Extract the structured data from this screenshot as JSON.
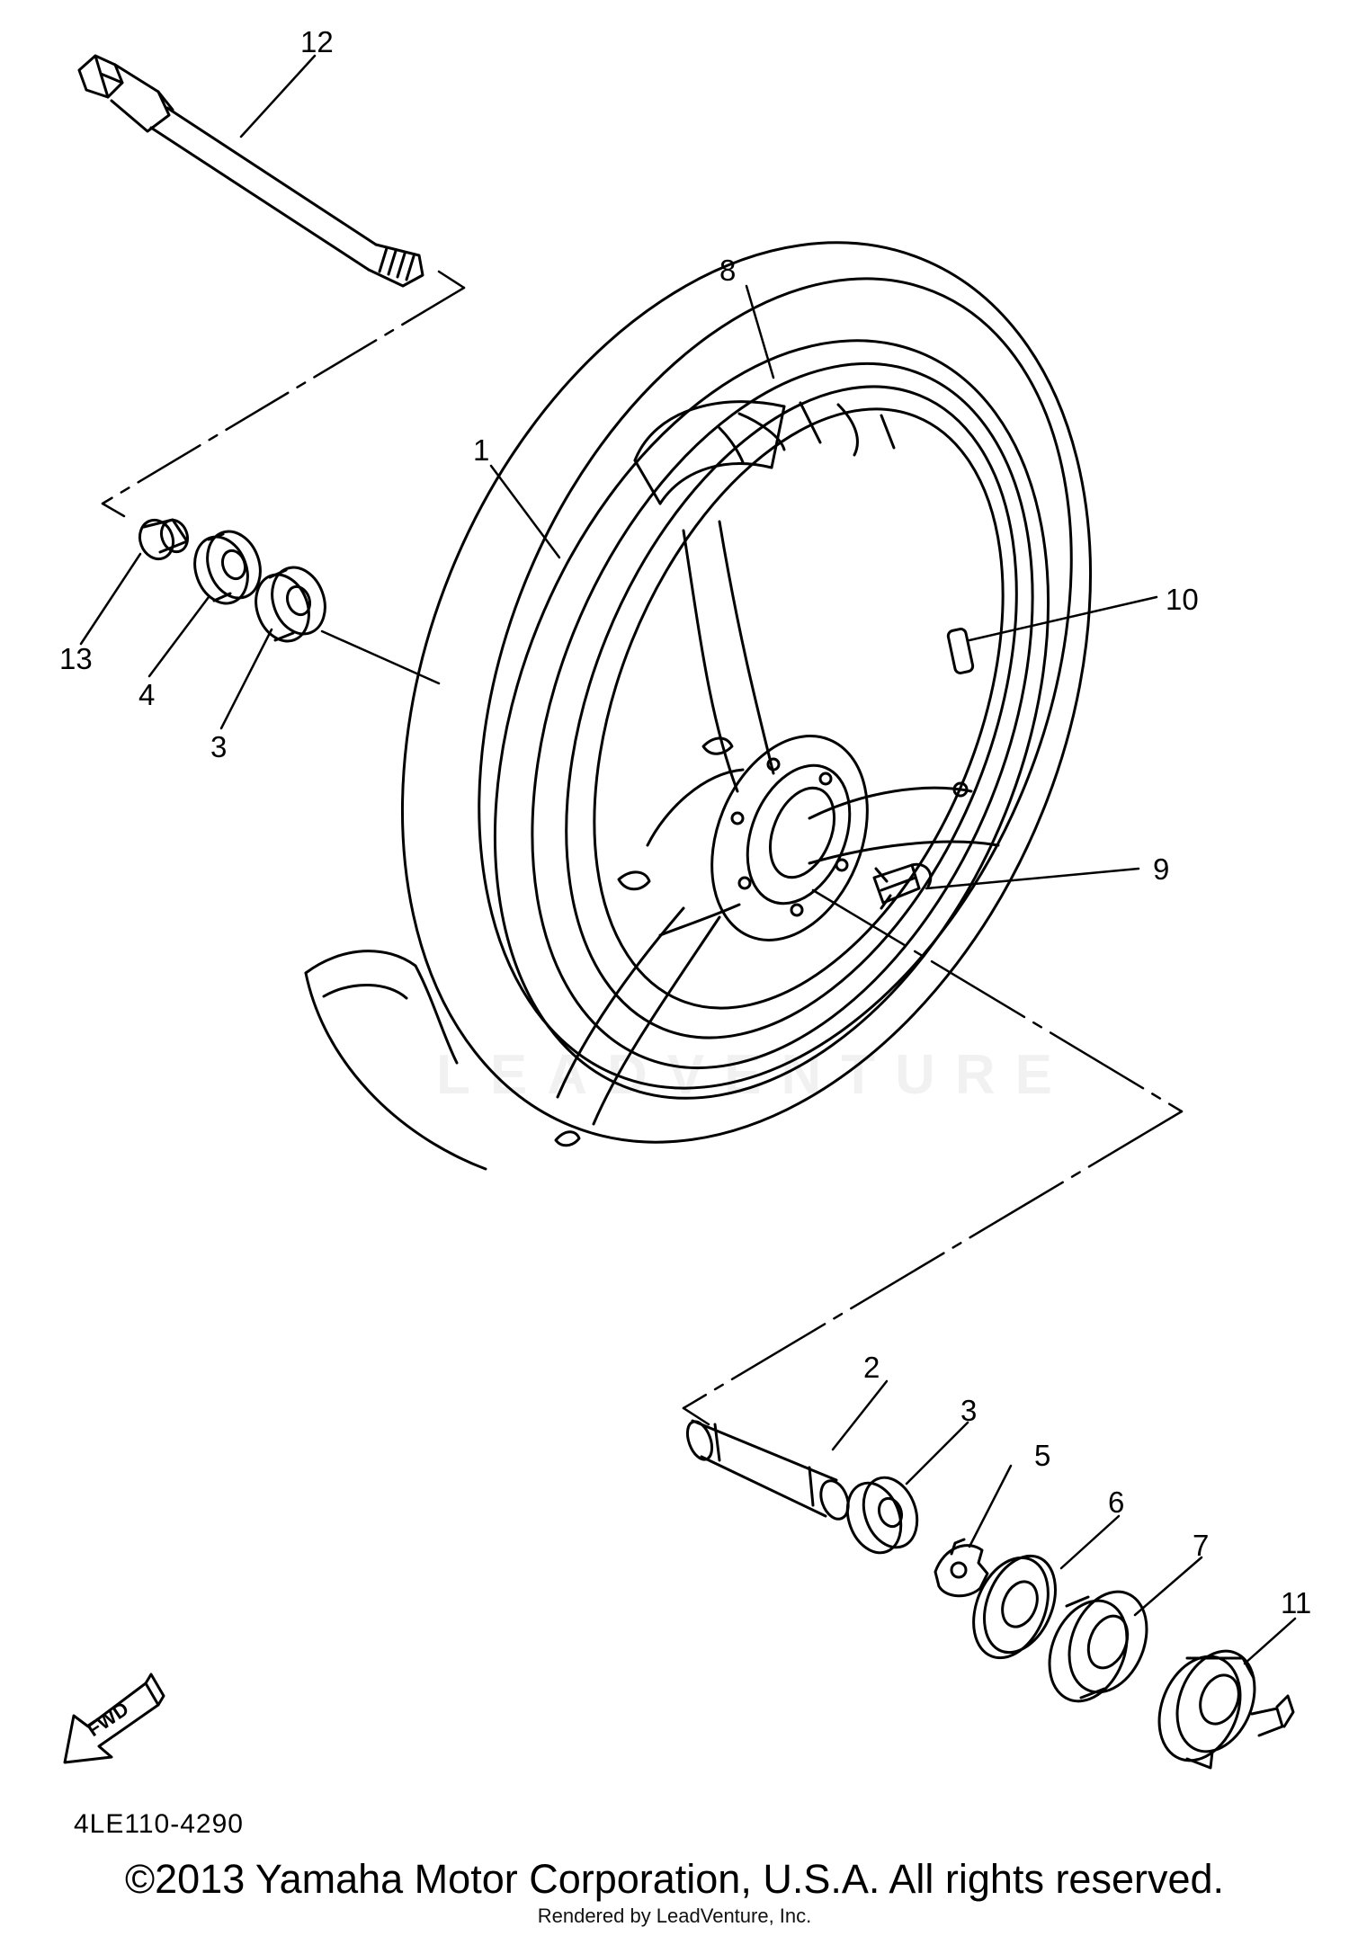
{
  "diagram": {
    "part_code": "4LE110-4290",
    "copyright": "©2013 Yamaha Motor Corporation, U.S.A. All rights reserved.",
    "rendered_by": "Rendered by LeadVenture, Inc.",
    "watermark": "LEADVENTURE",
    "fwd_label": "FWD",
    "callouts": {
      "c1": "1",
      "c2": "2",
      "c3a": "3",
      "c3b": "3",
      "c4": "4",
      "c5": "5",
      "c6": "6",
      "c7": "7",
      "c8": "8",
      "c9": "9",
      "c10": "10",
      "c11": "11",
      "c12": "12",
      "c13": "13"
    }
  }
}
